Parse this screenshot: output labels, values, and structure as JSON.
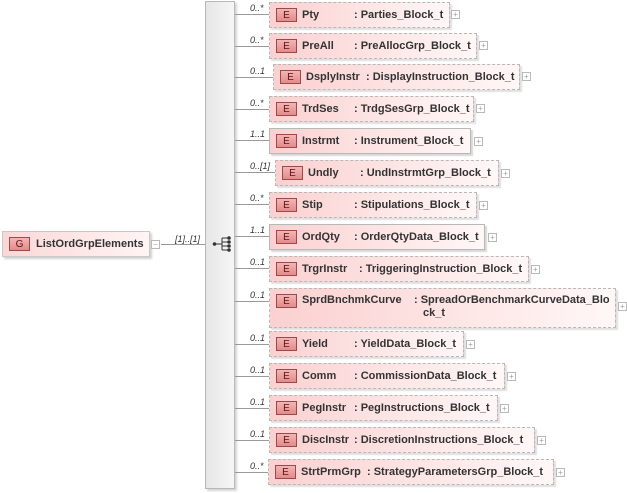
{
  "root": {
    "badge": "G",
    "label": "ListOrdGrpElements",
    "multiplicity": "[1]..[1]",
    "toggle": "−"
  },
  "sequence": {
    "icon": "sequence-compositor-icon"
  },
  "elements": [
    {
      "badge": "E",
      "name": "Pty",
      "type": ": Parties_Block_t",
      "multiplicity": "0..*",
      "optional": true
    },
    {
      "badge": "E",
      "name": "PreAll",
      "type": ": PreAllocGrp_Block_t",
      "multiplicity": "0..*",
      "optional": true
    },
    {
      "badge": "E",
      "name": "DsplyInstr",
      "type": ": DisplayInstruction_Block_t",
      "multiplicity": "0..1",
      "optional": true
    },
    {
      "badge": "E",
      "name": "TrdSes",
      "type": ": TrdgSesGrp_Block_t",
      "multiplicity": "0..*",
      "optional": true
    },
    {
      "badge": "E",
      "name": "Instrmt",
      "type": ": Instrument_Block_t",
      "multiplicity": "1..1",
      "optional": false
    },
    {
      "badge": "E",
      "name": "Undly",
      "type": ": UndInstrmtGrp_Block_t",
      "multiplicity": "0..[1]",
      "optional": true
    },
    {
      "badge": "E",
      "name": "Stip",
      "type": ": Stipulations_Block_t",
      "multiplicity": "0..*",
      "optional": true
    },
    {
      "badge": "E",
      "name": "OrdQty",
      "type": ": OrderQtyData_Block_t",
      "multiplicity": "1..1",
      "optional": false
    },
    {
      "badge": "E",
      "name": "TrgrInstr",
      "type": ": TriggeringInstruction_Block_t",
      "multiplicity": "0..1",
      "optional": true
    },
    {
      "badge": "E",
      "name": "SprdBnchmkCurve",
      "type": ": SpreadOrBenchmarkCurveData_Blo",
      "type2": "ck_t",
      "multiplicity": "0..1",
      "optional": true
    },
    {
      "badge": "E",
      "name": "Yield",
      "type": ": YieldData_Block_t",
      "multiplicity": "0..1",
      "optional": true
    },
    {
      "badge": "E",
      "name": "Comm",
      "type": ": CommissionData_Block_t",
      "multiplicity": "0..1",
      "optional": true
    },
    {
      "badge": "E",
      "name": "PegInstr",
      "type": ": PegInstructions_Block_t",
      "multiplicity": "0..1",
      "optional": true
    },
    {
      "badge": "E",
      "name": "DiscInstr",
      "type": ": DiscretionInstructions_Block_t",
      "multiplicity": "0..1",
      "optional": true
    },
    {
      "badge": "E",
      "name": "StrtPrmGrp",
      "type": ": StrategyParametersGrp_Block_t",
      "multiplicity": "0..*",
      "optional": true
    }
  ],
  "expand_toggle": "+"
}
